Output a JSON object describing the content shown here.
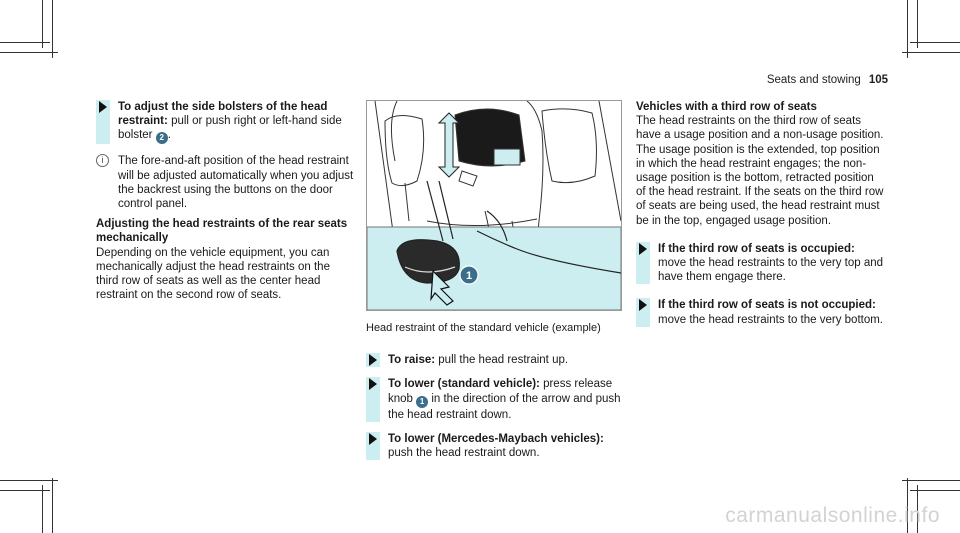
{
  "header": {
    "section": "Seats and stowing",
    "page": "105"
  },
  "col1": {
    "step1_head": "To adjust the side bolsters of the head restraint:",
    "step1_text": "pull or push right or left-hand side bolster",
    "step1_badge": "2",
    "note_text": "The fore-and-aft position of the head restraint will be adjusted automatically when you adjust the backrest using the buttons on the door control panel.",
    "sub_title": "Adjusting the head restraints of the rear seats mechanically",
    "sub_text": "Depending on the vehicle equipment, you can mechanically adjust the head restraints on the third row of seats as well as the center head restraint on the second row of seats."
  },
  "col2": {
    "caption": "Head restraint of the standard vehicle (example)",
    "figure_badge": "1",
    "raise_head": "To raise:",
    "raise_text": "pull the head restraint up.",
    "lower_head": "To lower (standard vehicle):",
    "lower_text1": "press release knob",
    "lower_badge": "1",
    "lower_text2": "in the direction of the arrow and push the head restraint down.",
    "maybach_head": "To lower (Mercedes-Maybach vehicles):",
    "maybach_text": "push the head restraint down."
  },
  "col3": {
    "title": "Vehicles with a third row of seats",
    "text": "The head restraints on the third row of seats have a usage position and a non-usage position. The usage position is the extended, top position in which the head restraint engages; the non-usage position is the bottom, retracted position of the head restraint. If the seats on the third row of seats are being used, the head restraint must be in the top, engaged usage position.",
    "occupied_head": "If the third row of seats is occupied:",
    "occupied_text": "move the head restraints to the very top and have them engage there.",
    "notocc_head": "If the third row of seats is not occupied:",
    "notocc_text": "move the head restraints to the very bottom."
  },
  "watermark": "carmanualsonline.info"
}
